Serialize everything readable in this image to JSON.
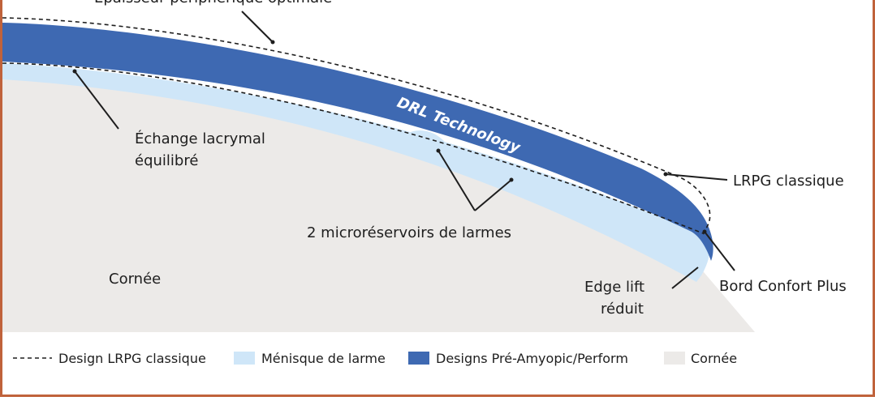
{
  "colors": {
    "border": "#c0623b",
    "cornea": "#eceae8",
    "meniscus": "#cfe6f8",
    "lens": "#3e69b2",
    "line": "#1e1e1e",
    "text_on_lens": "#ffffff"
  },
  "labels": {
    "top_cut": "Épaisseur périphérique optimale",
    "echange_line1": "Échange lacrymal",
    "echange_line2": "équilibré",
    "drl": "DRL Technology",
    "lrpg": "LRPG classique",
    "reservoirs": "2 microréservoirs de larmes",
    "cornee": "Cornée",
    "edge_line1": "Edge lift",
    "edge_line2": "réduit",
    "bord": "Bord Confort Plus"
  },
  "legend": [
    {
      "label": "Design LRPG classique",
      "swatch": "dashed"
    },
    {
      "label": "Ménisque de larme",
      "swatch": "meniscus"
    },
    {
      "label": "Designs Pré-Amyopic/Perform",
      "swatch": "lens"
    },
    {
      "label": "Cornée",
      "swatch": "cornea"
    }
  ]
}
